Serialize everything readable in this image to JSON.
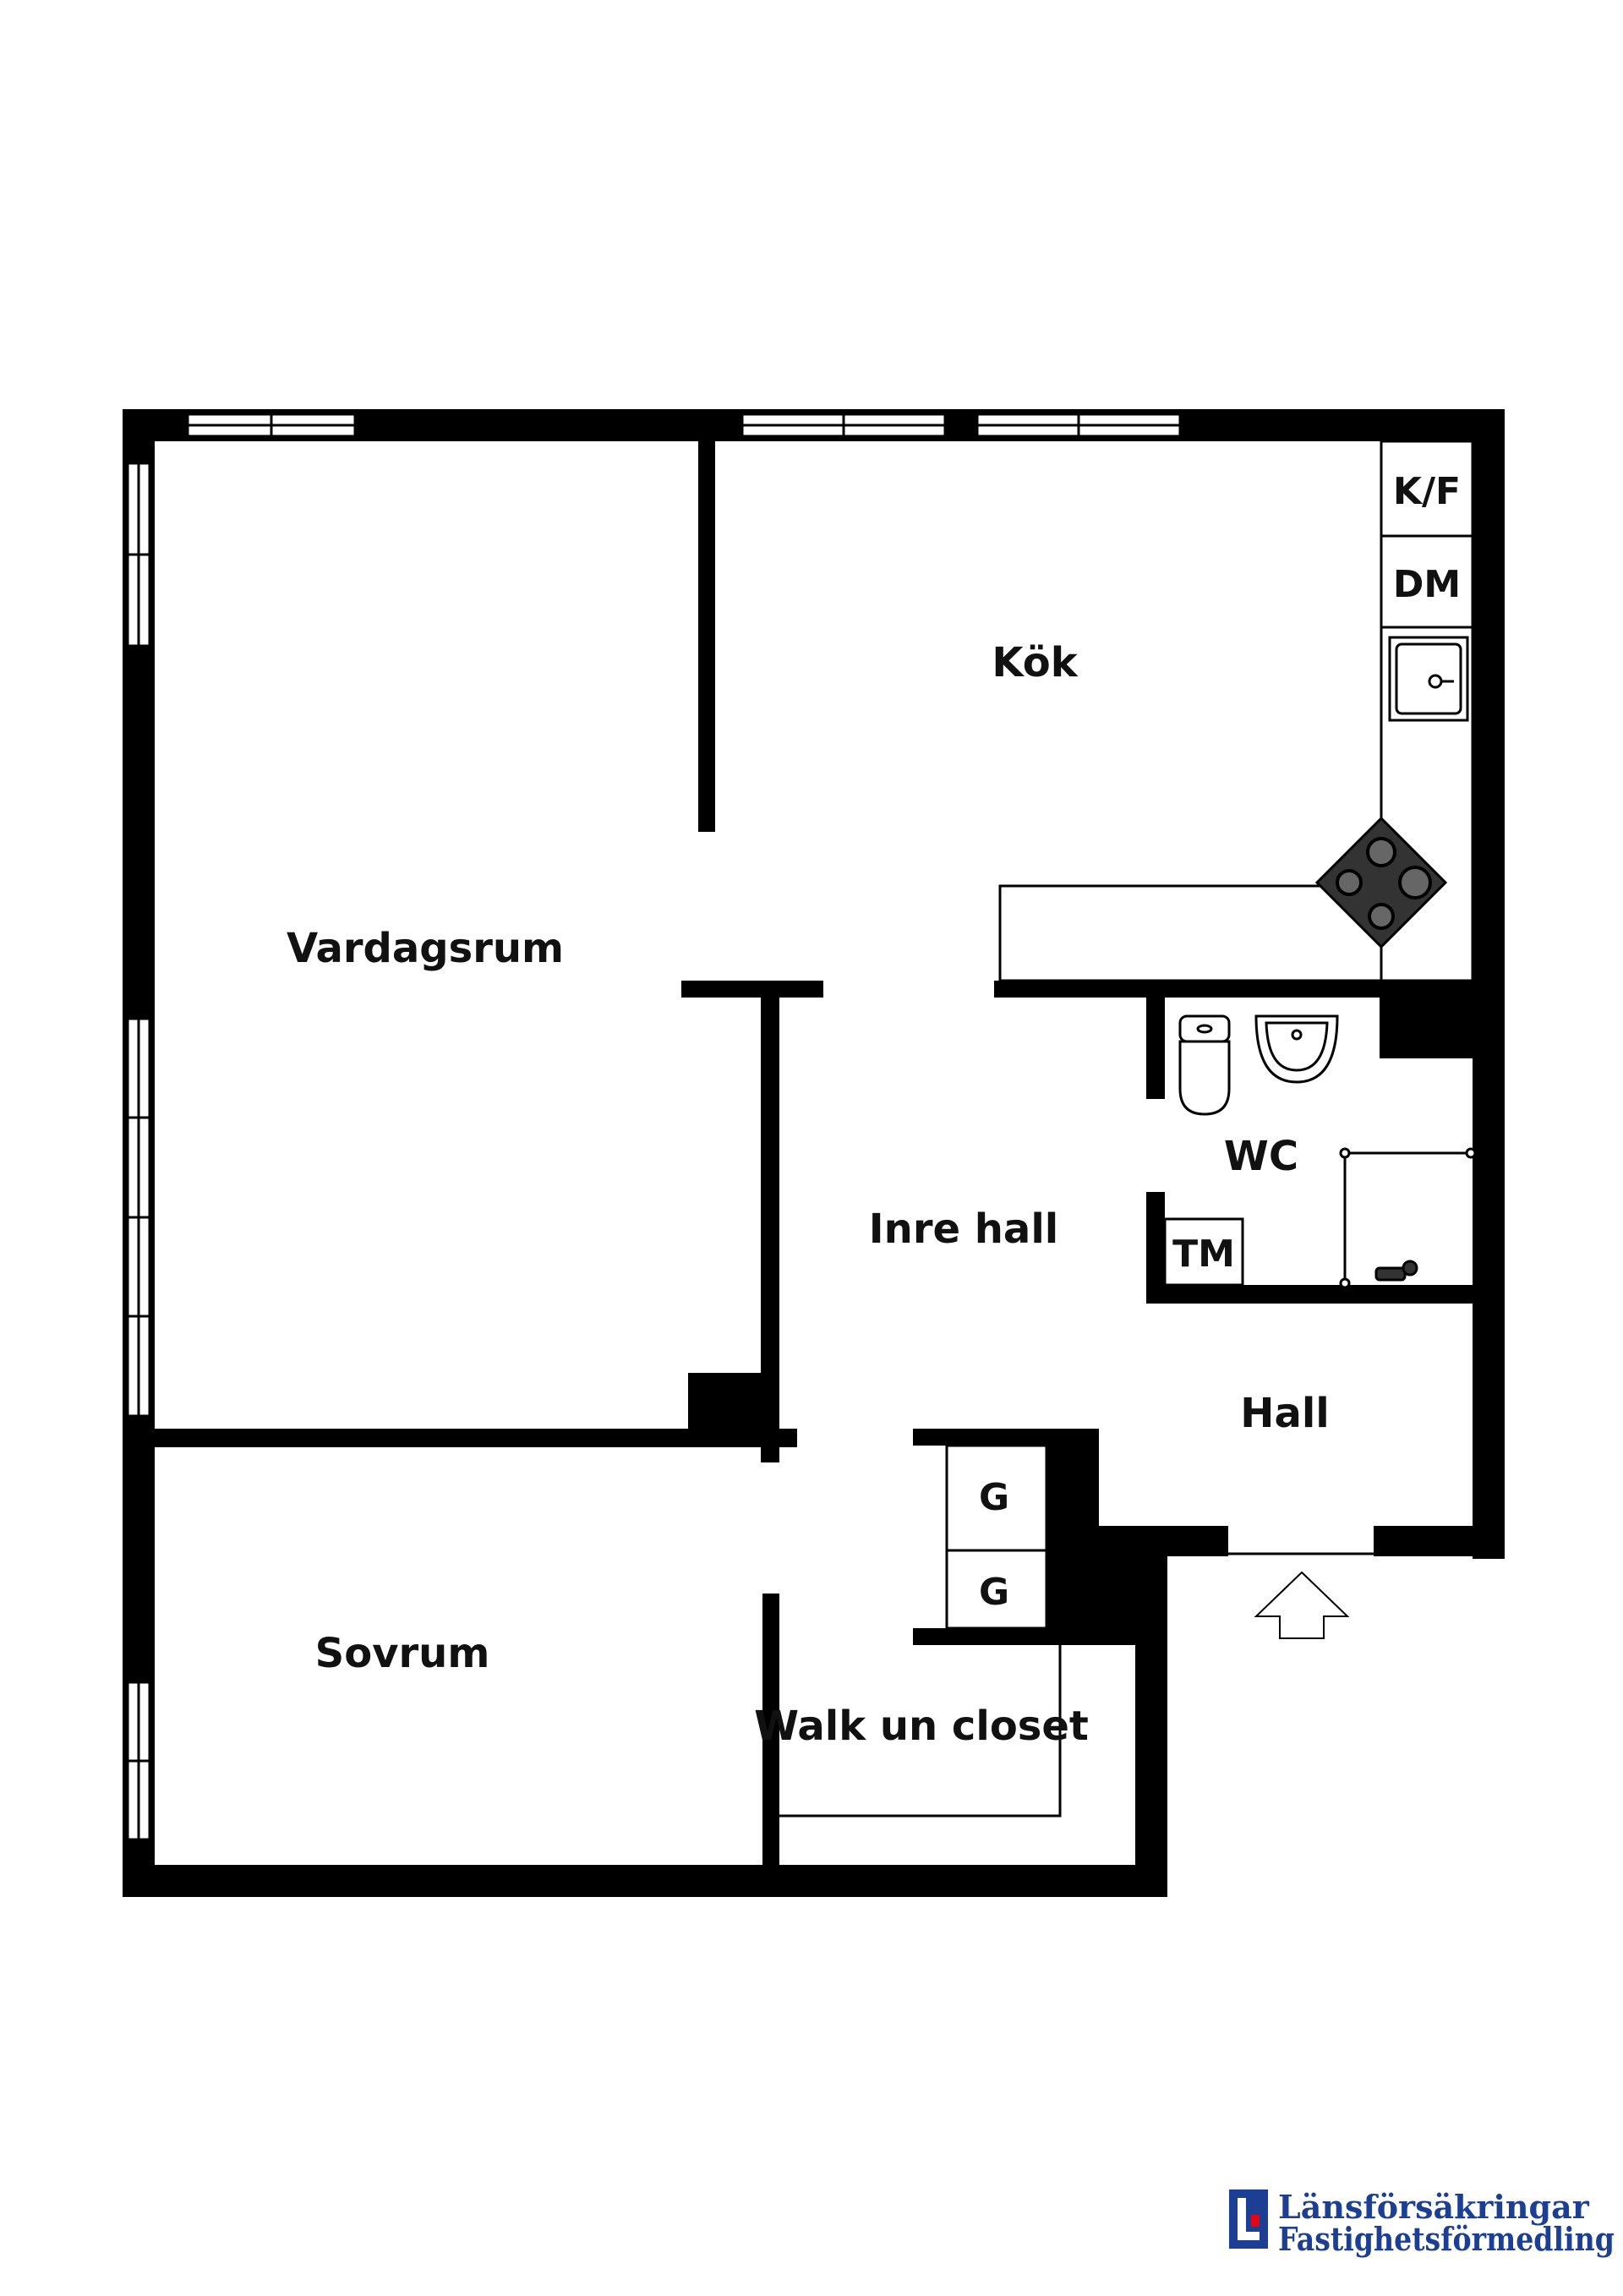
{
  "rooms": {
    "vardagsrum": "Vardagsrum",
    "kok": "Kök",
    "inre_hall": "Inre hall",
    "wc": "WC",
    "hall": "Hall",
    "sovrum": "Sovrum",
    "walk_in": "Walk un closet"
  },
  "fixtures": {
    "kf": "K/F",
    "dm": "DM",
    "tm": "TM",
    "g1": "G",
    "g2": "G"
  },
  "logo": {
    "line1": "Länsförsäkringar",
    "line2": "Fastighetsförmedling",
    "color": "#1c3f94",
    "accent": "#e30613"
  }
}
